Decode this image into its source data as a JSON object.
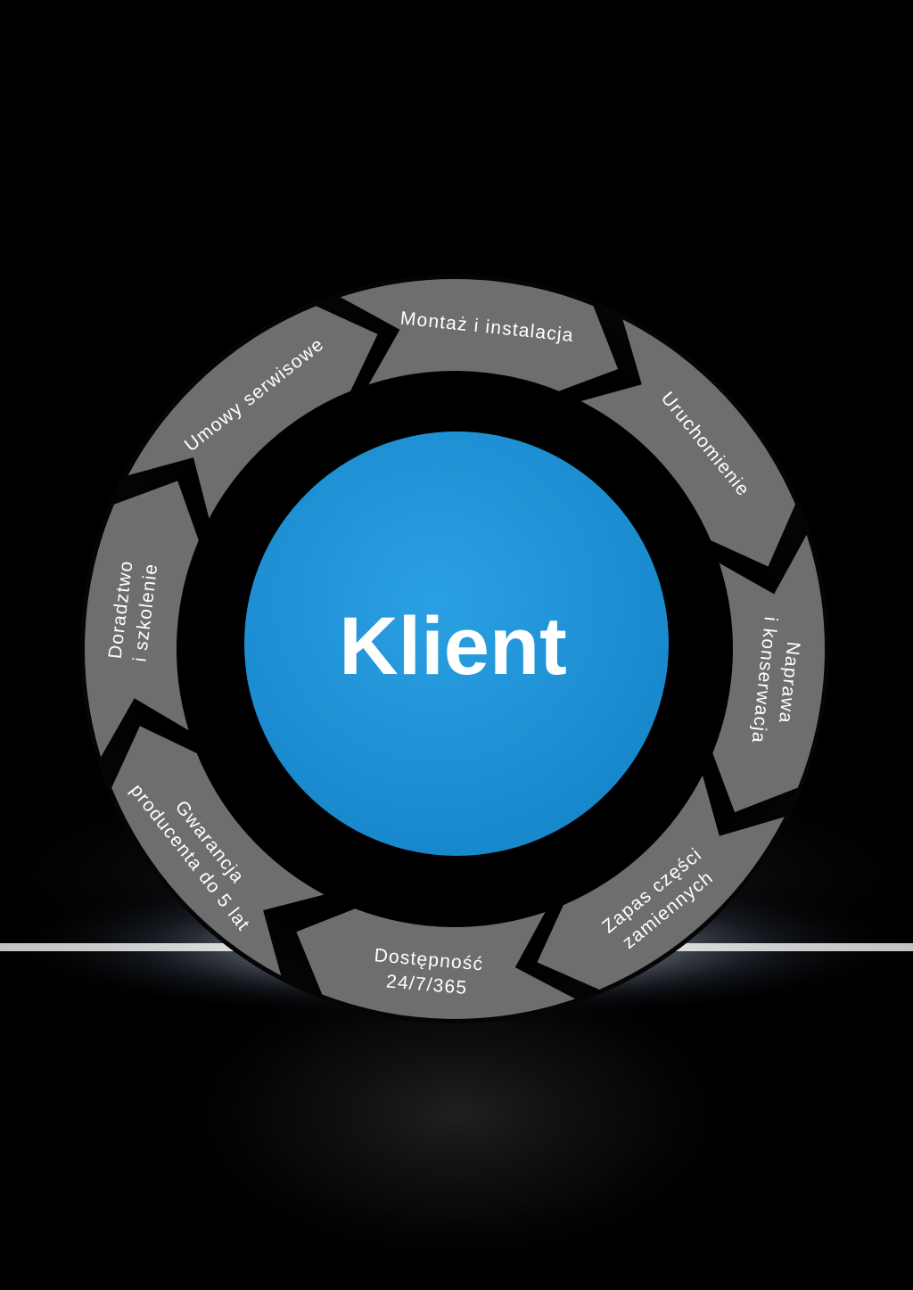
{
  "diagram": {
    "center_label": "Klient",
    "segments": [
      {
        "id": "montaz",
        "lines": [
          "Montaż i instalacja"
        ]
      },
      {
        "id": "uruchomienie",
        "lines": [
          "Uruchomienie"
        ]
      },
      {
        "id": "naprawa",
        "lines": [
          "Naprawa",
          "i konserwacja"
        ]
      },
      {
        "id": "zapas",
        "lines": [
          "Zapas części",
          "zamiennych"
        ]
      },
      {
        "id": "dostepnosc",
        "lines": [
          "Dostępność",
          "24/7/365"
        ]
      },
      {
        "id": "gwarancja",
        "lines": [
          "Gwarancja",
          "producenta do 5 lat"
        ]
      },
      {
        "id": "doradztwo",
        "lines": [
          "Doradztwo",
          "i szkolenie"
        ]
      },
      {
        "id": "umowy",
        "lines": [
          "Umowy serwisowe"
        ]
      }
    ]
  },
  "colors": {
    "background": "#000000",
    "ring_fill": "#000000",
    "segment_fill": "#6e6e6e",
    "hub_fill": "#1a8fd2",
    "text": "#ffffff"
  }
}
